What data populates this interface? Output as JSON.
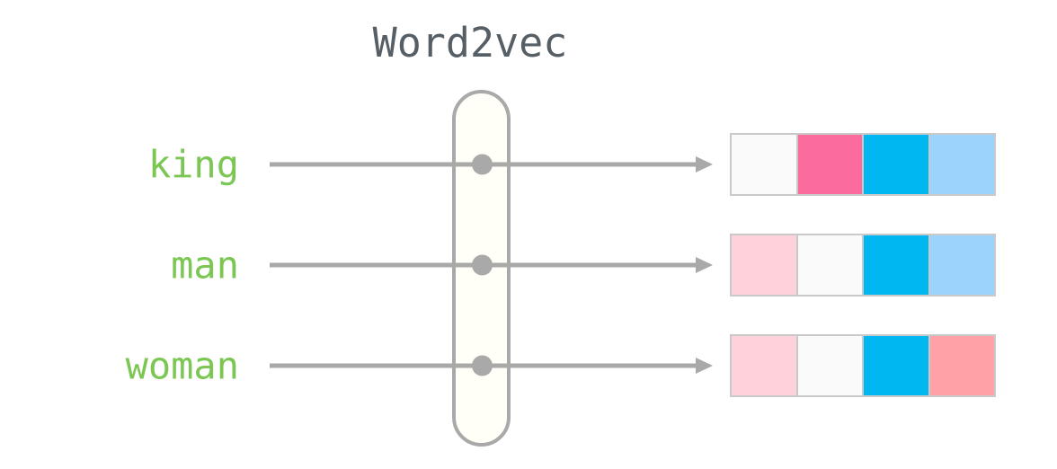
{
  "title": "Word2vec",
  "rows": [
    {
      "word": "king",
      "vector": [
        "#FAFAFA",
        "#FB6B9E",
        "#00B7F2",
        "#9AD3FB"
      ]
    },
    {
      "word": "man",
      "vector": [
        "#FFD2DB",
        "#FAFAFA",
        "#00B7F2",
        "#9AD3FB"
      ]
    },
    {
      "word": "woman",
      "vector": [
        "#FFD2DB",
        "#FAFAFA",
        "#00B7F2",
        "#FFA1A6"
      ]
    }
  ],
  "colors": {
    "word_text": "#7CC654",
    "title_text": "#565E66",
    "arrow": "#A9A9A9",
    "pill_fill": "#FFFEF7",
    "pill_border": "#A9A9A9",
    "cell_border": "#C9C9C9"
  },
  "icons": {
    "node_dot": "circle",
    "arrow": "right-arrow"
  }
}
